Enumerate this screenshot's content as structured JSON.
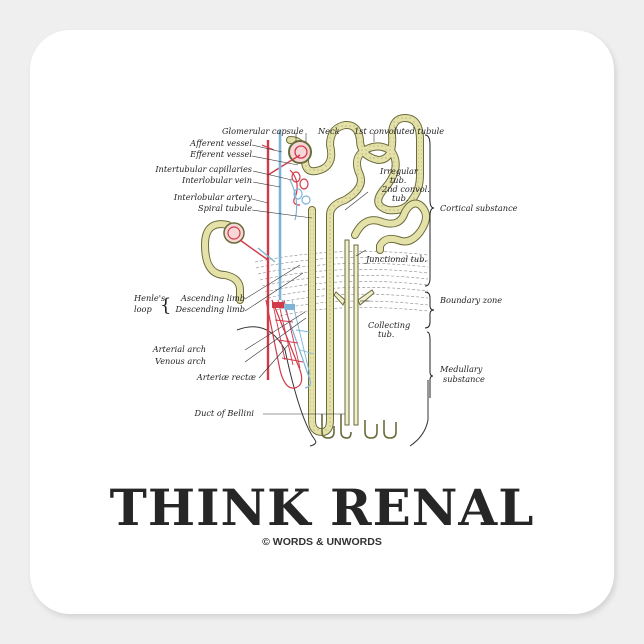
{
  "sticker": {
    "title": "THINK RENAL",
    "credit": "© WORDS & UNWORDS",
    "colors": {
      "background": "#efefef",
      "sticker": "#ffffff",
      "title_text": "#262626",
      "artery_red": "#d23a4a",
      "vein_blue": "#7fb4d6",
      "tubule_yellow": "#e4e2a8",
      "tubule_outline": "#6b6b3c"
    }
  },
  "diagram": {
    "left_labels": [
      "Afferent vessel",
      "Efferent vessel",
      "Intertubular capillaries",
      "Interlobular vein",
      "Interlobular artery",
      "Spiral tubule"
    ],
    "henles_loop": {
      "group": "Henle's loop",
      "group_line1": "Henle's",
      "group_line2": "loop",
      "items": [
        "Ascending limb",
        "Descending limb"
      ]
    },
    "lower_left_labels": [
      "Arterial arch",
      "Venous arch",
      "Arteriæ rectæ",
      "Duct of Bellini"
    ],
    "top_labels": [
      "Glomerular capsule",
      "Neck",
      "1st convoluted tubule"
    ],
    "right_tubule_labels": {
      "irregular": [
        "Irregular",
        "tub."
      ],
      "second_convol": [
        "2nd convol.",
        "tub."
      ],
      "junctional": "Junctional tub.",
      "collecting": [
        "Collecting",
        "tub."
      ]
    },
    "zones": [
      {
        "label": "Cortical substance"
      },
      {
        "label": "Boundary zone"
      },
      {
        "label_line1": "Medullary",
        "label_line2": "substance"
      }
    ]
  }
}
